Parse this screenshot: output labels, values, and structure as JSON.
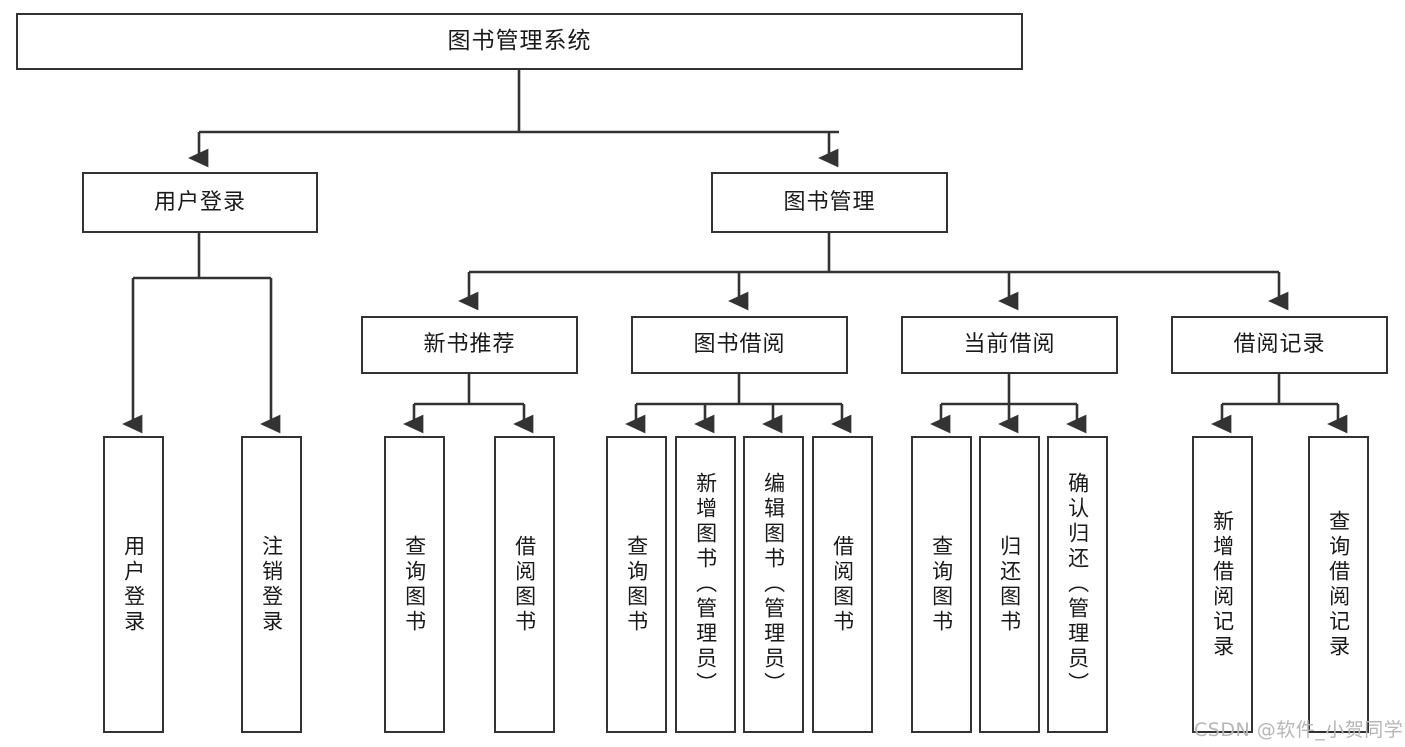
{
  "diagram": {
    "title": "图书管理系统",
    "type": "tree-hierarchy",
    "watermark": "CSDN @软件_小贺同学",
    "colors": {
      "box_border": "#333333",
      "box_fill": "#ffffff",
      "connector": "#333333",
      "text": "#1a1a1a",
      "watermark": "#b6b6b6",
      "background": "#ffffff"
    },
    "nodes": {
      "root": {
        "label": "图书管理系统"
      },
      "level1": [
        {
          "id": "user-login",
          "label": "用户登录"
        },
        {
          "id": "book-management",
          "label": "图书管理"
        }
      ],
      "level2": [
        {
          "id": "new-book-recommend",
          "label": "新书推荐"
        },
        {
          "id": "book-borrow",
          "label": "图书借阅"
        },
        {
          "id": "current-borrow",
          "label": "当前借阅"
        },
        {
          "id": "borrow-record",
          "label": "借阅记录"
        }
      ],
      "level3": {
        "user_login": [
          {
            "id": "leaf-user-login",
            "label": "用户登录"
          },
          {
            "id": "leaf-logout-login",
            "label": "注销登录"
          }
        ],
        "new_book_recommend": [
          {
            "id": "leaf-query-book-1",
            "label": "查询图书"
          },
          {
            "id": "leaf-borrow-book-1",
            "label": "借阅图书"
          }
        ],
        "book_borrow": [
          {
            "id": "leaf-query-book-2",
            "label": "查询图书"
          },
          {
            "id": "leaf-add-book",
            "label": "新增图书（管理员）"
          },
          {
            "id": "leaf-edit-book",
            "label": "编辑图书（管理员）"
          },
          {
            "id": "leaf-borrow-book-2",
            "label": "借阅图书"
          }
        ],
        "current_borrow": [
          {
            "id": "leaf-query-book-3",
            "label": "查询图书"
          },
          {
            "id": "leaf-return-book",
            "label": "归还图书"
          },
          {
            "id": "leaf-confirm-return",
            "label": "确认归还（管理员）"
          }
        ],
        "borrow_record": [
          {
            "id": "leaf-add-record",
            "label": "新增借阅记录"
          },
          {
            "id": "leaf-query-record",
            "label": "查询借阅记录"
          }
        ]
      }
    }
  }
}
